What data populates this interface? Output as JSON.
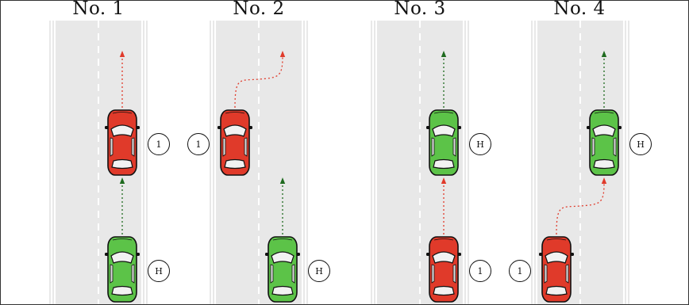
{
  "colors": {
    "road": "#e8e8e8",
    "lane_marking": "#ffffff",
    "red_car": "#e03a2a",
    "green_car": "#5cc348",
    "red_path": "#e03a2a",
    "green_path": "#1e6a1e",
    "car_outline": "#111111",
    "badge_fill": "#ffffff",
    "badge_stroke": "#111111"
  },
  "scenarios": [
    {
      "title": "No. 1",
      "vehicles": [
        {
          "role": "1",
          "color": "red",
          "lane": "right",
          "row": "front",
          "path": "straight"
        },
        {
          "role": "H",
          "color": "green",
          "lane": "right",
          "row": "back",
          "path": "straight"
        }
      ]
    },
    {
      "title": "No. 2",
      "vehicles": [
        {
          "role": "1",
          "color": "red",
          "lane": "left",
          "row": "front",
          "path": "lane-change-right"
        },
        {
          "role": "H",
          "color": "green",
          "lane": "right",
          "row": "back",
          "path": "straight"
        }
      ]
    },
    {
      "title": "No. 3",
      "vehicles": [
        {
          "role": "H",
          "color": "green",
          "lane": "right",
          "row": "front",
          "path": "straight"
        },
        {
          "role": "1",
          "color": "red",
          "lane": "right",
          "row": "back",
          "path": "straight"
        }
      ]
    },
    {
      "title": "No. 4",
      "vehicles": [
        {
          "role": "H",
          "color": "green",
          "lane": "right",
          "row": "front",
          "path": "straight"
        },
        {
          "role": "1",
          "color": "red",
          "lane": "left",
          "row": "back",
          "path": "lane-change-right"
        }
      ]
    }
  ]
}
